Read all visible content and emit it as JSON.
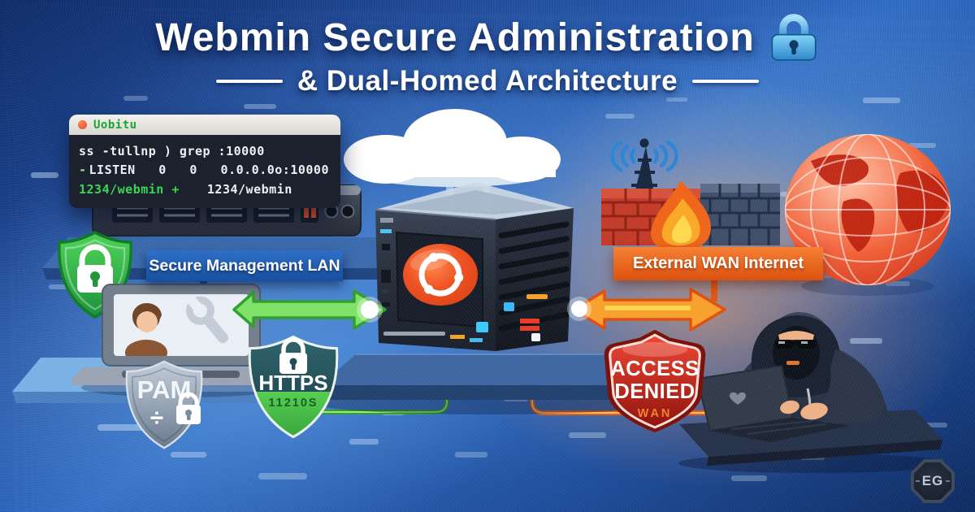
{
  "header": {
    "title_line1": "Webmin Secure Administration",
    "title_line2": "& Dual-Homed Architecture"
  },
  "terminal": {
    "window_title": "Uobitu",
    "line1": "ss -tullnp ) grep :10000",
    "line2_dash": "-",
    "line2_text": "LISTEN   0   0   0.0.0.0o:10000",
    "line3_green": "1234/webmin +",
    "line3_white": "1234/webmin"
  },
  "zones": {
    "lan_label": "Secure Management LAN",
    "wan_label": "External WAN Internet"
  },
  "badges": {
    "pam": {
      "label": "PAM",
      "divider": "÷"
    },
    "https": {
      "label": "HTTPS",
      "sub": "11210S"
    },
    "access_denied": {
      "line1": "ACCESS",
      "line2": "DENIED",
      "sub": "WAN"
    },
    "logo": {
      "label": "EG"
    }
  },
  "icons": {
    "title_lock": "padlock-icon",
    "lan_shield": "shield-lock-icon",
    "admin_laptop": "admin-laptop-icon",
    "wrench": "wrench-icon",
    "avatar": "admin-avatar-icon",
    "cloud": "cloud-icon",
    "ubuntu_server": "ubuntu-server-tower",
    "antenna": "radio-antenna-icon",
    "firewall": "brick-firewall-icon",
    "flame": "flame-icon",
    "globe": "internet-globe-icon",
    "hacker": "hooded-hacker-figure",
    "terminal_dot": "window-button-dot"
  },
  "colors": {
    "background_blue": "#2a5cb4",
    "lan_green": "#2eb84a",
    "wan_orange": "#e8581c",
    "banner_blue": "#1a55a8",
    "banner_orange": "#e8641e",
    "terminal_green": "#3dd454",
    "denied_red": "#c41e14",
    "title_lock_blue": "#58b8ec",
    "ubuntu_orange": "#e8501e"
  }
}
